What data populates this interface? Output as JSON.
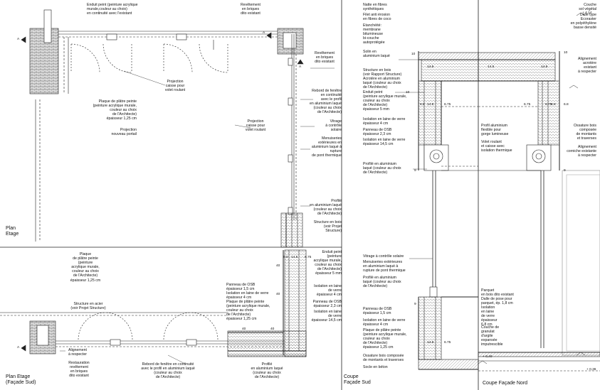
{
  "titles": {
    "plan_etage": "Plan\nEtage",
    "plan_etage_sud": "Plan Etage\n(Façade Sud)",
    "coupe_sud": "Coupe\nFaçade Sud",
    "coupe_nord": "Coupe Façade Nord"
  },
  "plan_top": {
    "enduit": "Enduit peint (peinture acrylique\nmurale,couleur au choix)\nen continuité avec l'existant",
    "revetement1": "Revêtement\nen briques\ndito existant",
    "revetement2": "Revêtement\nen briques\ndito existant",
    "projection_caisse1": "Projection\ncaisse pour\nvolet roulant",
    "projection_caisse2": "Projection\ncaisse pour\nvolet roulant",
    "plaque_platre": "Plaque de plâtre peinte\n(peinture acrylique murale,\ncouleur au choix\nde l'Architecte)\népaisseur 1,25 cm",
    "projection_portail": "Projection\nnouveau portail",
    "rebord": "Rebord de fenêtre\nen continuité\navec le profil\nen aluminium laqué\n(couleur au choix\nde l'Architecte)",
    "vitrage": "Vitrage\nà contrôle\nsolaire",
    "menuiseries": "Menuiseries\nextérieures en\naluminium laqué à\nrupture\nde pont thermique",
    "profile_alu": "Profilé\nen aluminium laqué\n(couleur au choix\nde l'Architecte)",
    "structure_bois": "Structure en bois\n(voir Projet\nStructure)"
  },
  "plan_bottom": {
    "plaque_platre": "Plaque\nde plâtre peinte\n(peinture\nacrylique murale,\ncouleur au choix\nde l'Architecte)\népaisseur 1,25 cm",
    "structure_acier": "Structure en acier\n(voir Projet Structure)",
    "alignement": "Alignement\nà respecter",
    "restauration": "Restauration\nrevêtement\nen briques\ndito existant",
    "rebord": "Rebord de fenêtre en continuité\navec le profil en aluminium laqué\n(couleur au choix\nde l'Architecte)",
    "profile_alu": "Profilé\nen aluminium laqué\n(couleur au choix\nde l'Architecte)",
    "osb": "Panneau de OSB\népaisseur 1,5 cm",
    "isolation4": "Isolation en laine de verre\népaisseur 4 cm",
    "plaque_platre2": "Plaque de plâtre peinte\n(peinture acrylique murale,\ncouleur au choix\nde l'Architecte)\népaisseur 1,25 cm",
    "enduit": "Enduit peint\n(peinture\nacrylique murale,\ncouleur au choix\nde l'Architecte)\népaisseur 5 mm",
    "isolation_vert": "Isolation en laine\nde verre\népaisseur 4 cm",
    "osb2": "Panneau de OSB\népaisseur 2,3 cm",
    "isolation145": "Isolation en laine\nde verre\népaisseur 14,5 cm",
    "dims": [
      "6.8",
      "14.5",
      "6.75",
      "40",
      "40",
      "40",
      "40"
    ]
  },
  "coupe_sud": {
    "natte": "Natte en fibres\nsynthétiques",
    "filet": "Filet anti érosion\nen fibres de coco",
    "etancheite": "Etanchéité:\nmembrane\nbitumineuse\nbi-couche\nautoprotégée",
    "solin": "Solin en\naluminium laqué",
    "structure_bois": "Structure en bois\n(voir Rapport Structure)",
    "acrotere": "Acrotère en aluminium\nlaqué (couleur au choix\nde l'Architecte)",
    "enduit": "Enduit peint\n(peinture acrylique murale,\ncouleur au choix\nde l'Architecte)\népaisseur 5 mm",
    "isolation4": "Isolation en laine de verre\népaisseur 4 cm",
    "osb": "Panneau de OSB\népaisseur 2,3 cm",
    "isolation145": "Isolation en laine de verre\népaisseur 14,5 cm",
    "profile_alu": "Profilé en aluminium\nlaqué (couleur au choix\nde l'Architecte)",
    "vitrage": "Vitrage à contrôle solaire",
    "menuiseries": "Menuiseries extérieures\nen aluminium laqué à\nrupture de pont thermique",
    "profile_alu2": "Profilé en aluminium\nlaqué (couleur au choix\nde l'Architecte)",
    "osb2": "Panneau de OSB\népaisseur 1,5 cm",
    "isolation4b": "Isolation en laine de verre\népaisseur 4 cm",
    "plaque": "Plaque de plâtre peinte\n(peinture acrylique murale,\ncouleur au choix\nde l'Architecte)\népaisseur 1,25 cm",
    "ossature": "Ossature bois composée\nde montants et traverses",
    "socle": "Socle en béton",
    "dims": [
      "10",
      "14.5",
      "10",
      "6.8",
      "14.5",
      "6.75",
      "9",
      "9",
      "14.5",
      "6.75"
    ]
  },
  "coupe_nord": {
    "couche": "Couche\nsol végétal",
    "dalle": "Dalle type\nEcoraster\nen polyéthylène\nbasse densité",
    "alignement1": "Alignement\nacrotère\nexistant\nà respecter",
    "profil_flexible": "Profil aluminium\nflexible pour\ngorge lumineuse",
    "volet": "Volet roulant\net caisse avec\nisolation thermique",
    "ossature": "Ossature bois\ncomposée\nde montants\net traverses",
    "alignement2": "Alignement\ncorniche existante\nà respecter",
    "parquet": "Parquet\nen bois dito existant",
    "dalle_pose": "Dalle de pose pour\nparquet, ép. 1,8 cm",
    "isolation": "Isolation\nen laine\nde verre\népaisseur\n6,8 cm",
    "granulat": "Couche de\ngranulat\nd'argile\nexpansée\nimputrescible",
    "dims": [
      "10",
      "14.5",
      "14.5",
      "6.75",
      "6.75",
      "6.8",
      "6.8",
      "9"
    ],
    "levels": [
      "+ 4,14",
      "+ 0,40",
      "+ 0,36"
    ]
  },
  "markers": [
    "A",
    "A",
    "A",
    "A"
  ]
}
